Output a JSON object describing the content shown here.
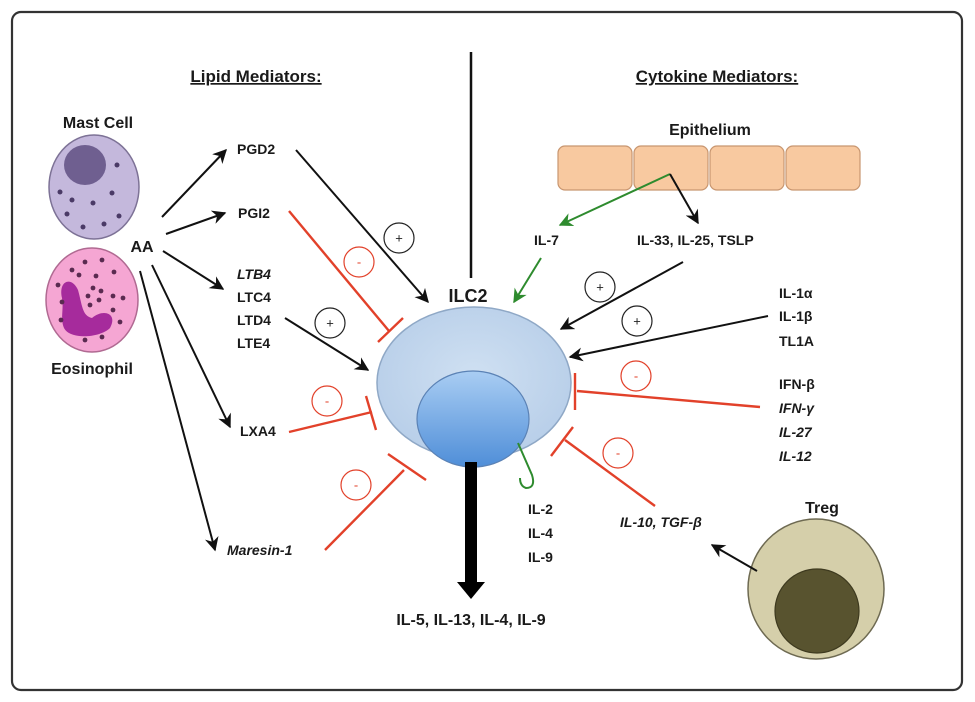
{
  "headers": {
    "lipid": "Lipid Mediators:",
    "cytokine": "Cytokine Mediators:"
  },
  "cells": {
    "mast_cell": "Mast Cell",
    "eosinophil": "Eosinophil",
    "ilc2": "ILC2",
    "epithelium": "Epithelium",
    "treg": "Treg"
  },
  "lipid_mediators": {
    "aa": "AA",
    "pgd2": "PGD2",
    "pgi2": "PGI2",
    "ltb4": "LTB4",
    "ltc4": "LTC4",
    "ltd4": "LTD4",
    "lte4": "LTE4",
    "lxa4": "LXA4",
    "maresin": "Maresin-1"
  },
  "cytokine_mediators": {
    "il7": "IL-7",
    "il33_group": "IL-33, IL-25, TSLP",
    "il1a": "IL-1α",
    "il1b": "IL-1β",
    "tl1a": "TL1A",
    "ifnb": "IFN-β",
    "ifng": "IFN-γ",
    "il27": "IL-27",
    "il12": "IL-12",
    "il10_tgfb": "IL-10, TGF-β",
    "autocrine": [
      "IL-2",
      "IL-4",
      "IL-9"
    ],
    "output": "IL-5, IL-13, IL-4, IL-9"
  },
  "signs": {
    "plus": "+",
    "minus": "-"
  },
  "colors": {
    "activation": "#111111",
    "inhibition": "#e2412a",
    "il7_green": "#2e8b2e",
    "ilc2_cell": "#c2d6ec",
    "ilc2_nucleus": "#6fa4df",
    "mast_cell": "#c4b8dc",
    "eosinophil": "#f5a6d3",
    "epithelium": "#f8c9a0",
    "treg": "#d5cfaa"
  }
}
